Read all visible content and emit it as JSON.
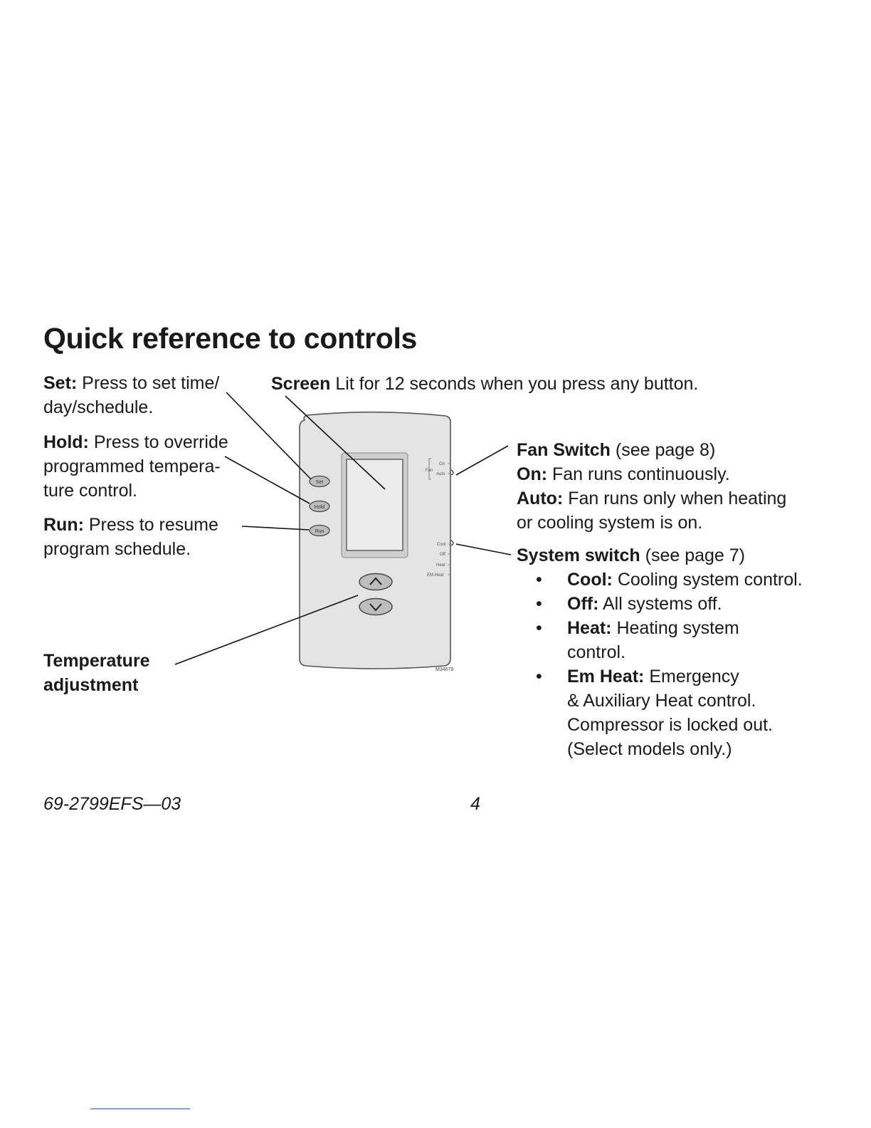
{
  "title": "Quick reference to controls",
  "set": {
    "label": "Set:",
    "line1": " Press to set time/",
    "line2": "day/schedule."
  },
  "hold": {
    "label": "Hold:",
    "line1": " Press to override",
    "line2": "programmed tempera-",
    "line3": "ture control."
  },
  "run": {
    "label": "Run:",
    "line1": " Press to resume",
    "line2": "program schedule."
  },
  "temperature": {
    "line1": "Temperature",
    "line2": "adjustment"
  },
  "screen": {
    "label": "Screen",
    "text": " Lit for 12 seconds when you press any button."
  },
  "fan": {
    "label": "Fan Switch",
    "ref": " (see page 8)",
    "on_label": "On:",
    "on_text": " Fan runs continuously.",
    "auto_label": "Auto:",
    "auto_text1": " Fan runs only when heating",
    "auto_text2": "or cooling system is on."
  },
  "system": {
    "label": "System switch",
    "ref": " (see page 7)",
    "items": [
      {
        "label": "Cool:",
        "text": " Cooling system control."
      },
      {
        "label": "Off:",
        "text": " All systems off."
      },
      {
        "label": "Heat:",
        "text": " Heating system",
        "text2": "control."
      },
      {
        "label": "Em Heat:",
        "text": " Emergency",
        "text2": "& Auxiliary Heat control.",
        "text3": "Compressor is locked out.",
        "text4": "(Select models only.)"
      }
    ]
  },
  "device": {
    "btn_set": "Set",
    "btn_hold": "Hold",
    "btn_run": "Run",
    "fan_label": "Fan",
    "fan_on": "On",
    "fan_auto": "Auto",
    "sys_cool": "Cool",
    "sys_off": "Off",
    "sys_heat": "Heat",
    "sys_emheat": "EM.Heat",
    "model": "M34679"
  },
  "footer": {
    "code": "69-2799EFS—03",
    "page": "4"
  }
}
